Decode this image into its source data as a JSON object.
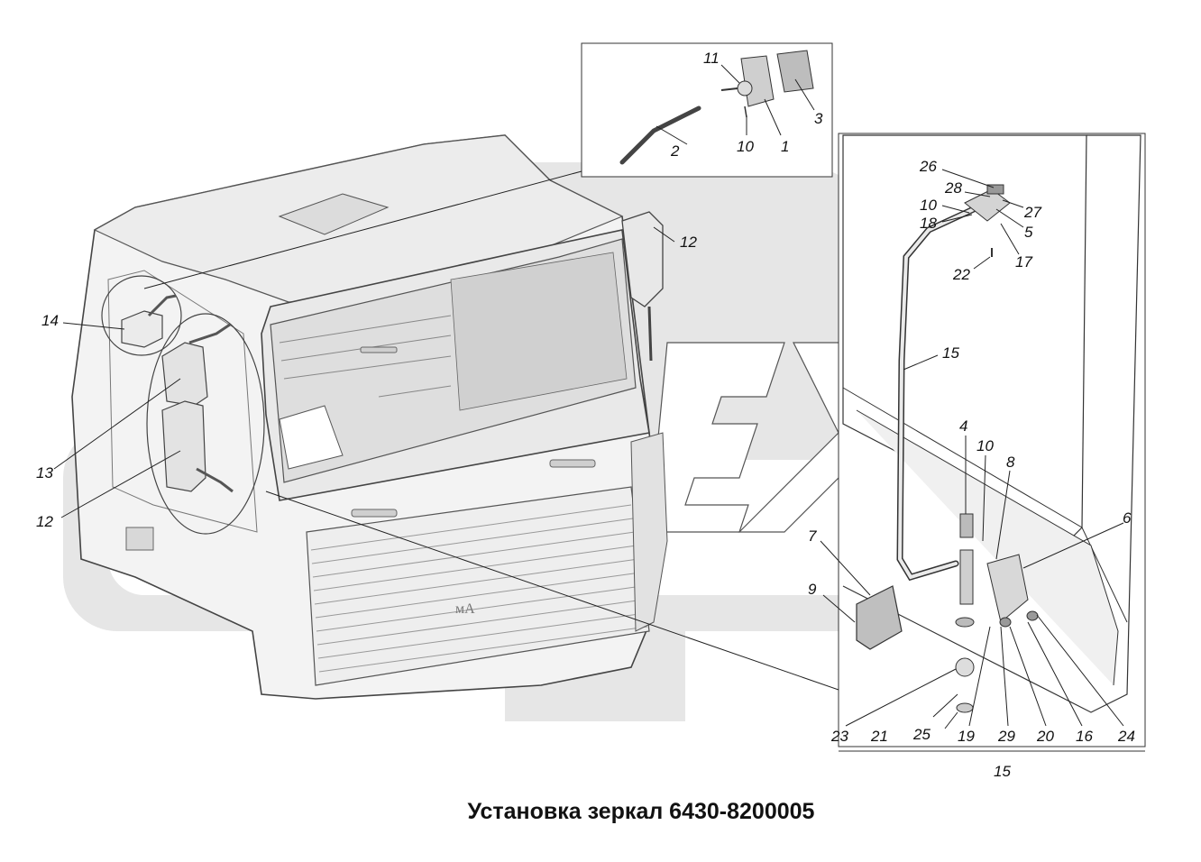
{
  "title": "Установка зеркал 6430-8200005",
  "inset_top": {
    "callouts": [
      "11",
      "3",
      "2",
      "10",
      "1"
    ]
  },
  "inset_right": {
    "callouts": [
      "26",
      "28",
      "27",
      "10",
      "18",
      "5",
      "17",
      "22",
      "15",
      "4",
      "10",
      "8",
      "6",
      "7",
      "9",
      "23",
      "21",
      "25",
      "19",
      "29",
      "20",
      "16",
      "24"
    ],
    "group_label": "15"
  },
  "main_view": {
    "callouts": [
      "12",
      "14",
      "13",
      "12"
    ]
  },
  "colors": {
    "line": "#222222",
    "watermark": "#e6e6e6",
    "cab": "#f3f3f3",
    "shade": "#d8d8d8"
  }
}
